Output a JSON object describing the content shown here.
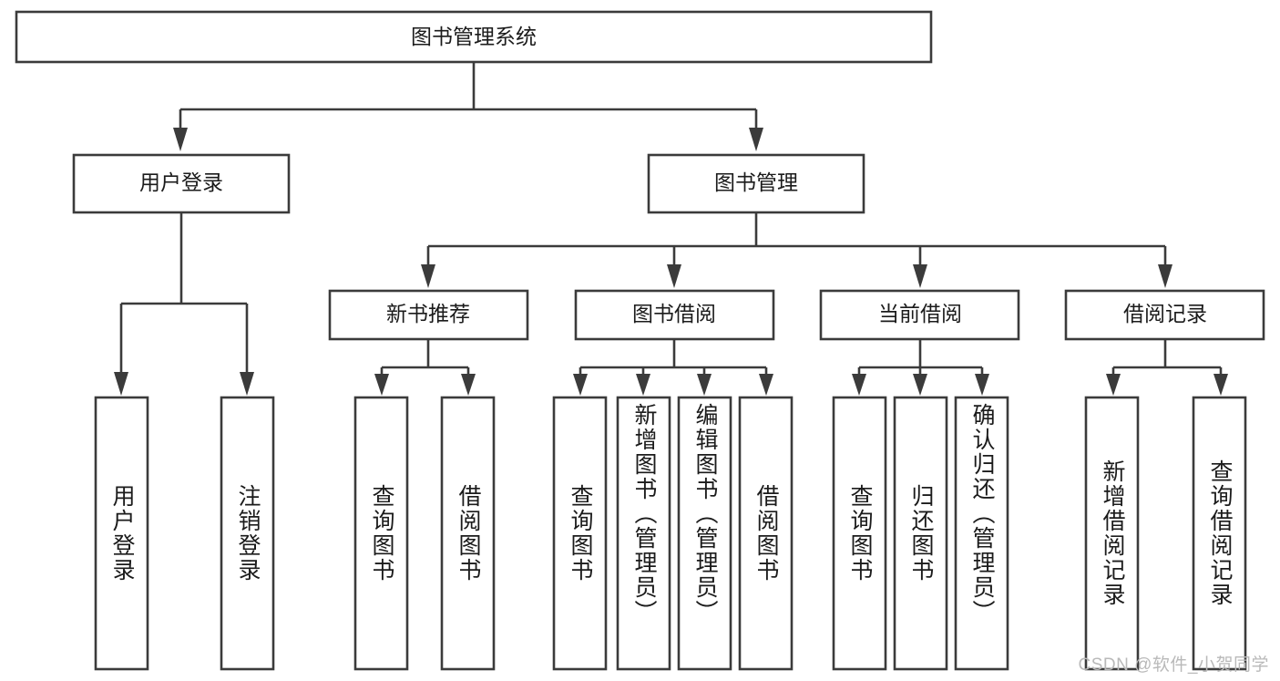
{
  "diagram": {
    "type": "tree",
    "title": "图书管理系统",
    "watermark": "CSDN @软件_小贺同学",
    "colors": {
      "stroke": "#3b3b3b",
      "fill": "#ffffff",
      "text": "#1b1b1b",
      "watermark": "#b9b9b9"
    },
    "nodes": {
      "root": {
        "label": "图书管理系统"
      },
      "level2": [
        {
          "label": "用户登录"
        },
        {
          "label": "图书管理"
        }
      ],
      "level3": [
        {
          "label": "新书推荐"
        },
        {
          "label": "图书借阅"
        },
        {
          "label": "当前借阅"
        },
        {
          "label": "借阅记录"
        }
      ],
      "leaves": {
        "user_login": [
          {
            "label": "用户登录"
          },
          {
            "label": "注销登录"
          }
        ],
        "new_book_recommend": [
          {
            "label": "查询图书"
          },
          {
            "label": "借阅图书"
          }
        ],
        "book_borrow": [
          {
            "label": "查询图书"
          },
          {
            "label": "新增图书（管理员）"
          },
          {
            "label": "编辑图书（管理员）"
          },
          {
            "label": "借阅图书"
          }
        ],
        "current_borrow": [
          {
            "label": "查询图书"
          },
          {
            "label": "归还图书"
          },
          {
            "label": "确认归还（管理员）"
          }
        ],
        "borrow_record": [
          {
            "label": "新增借阅记录"
          },
          {
            "label": "查询借阅记录"
          }
        ]
      }
    }
  }
}
